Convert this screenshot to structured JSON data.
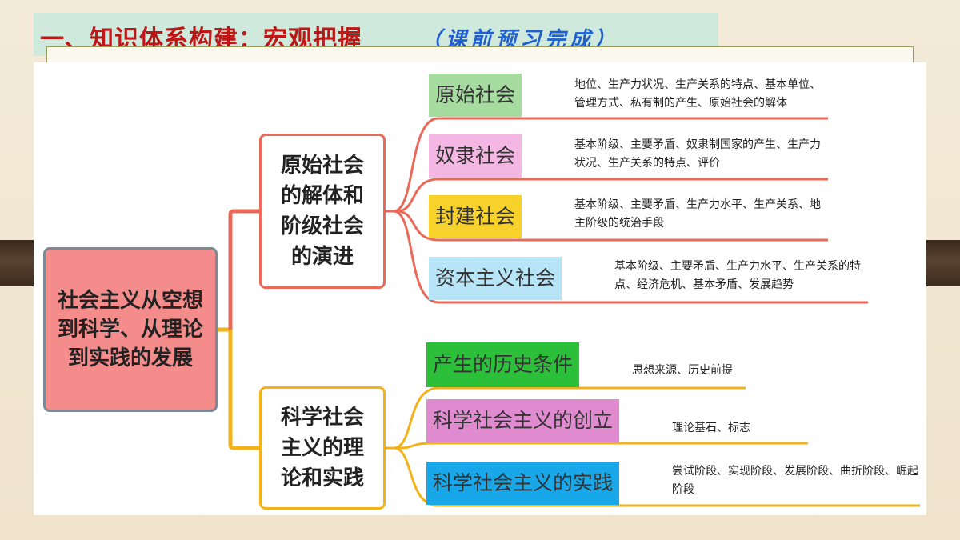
{
  "header": {
    "title": "一、知识体系构建：宏观把握",
    "subtitle": "（课前预习完成）"
  },
  "diagram": {
    "root": "社会主义从空想到科学、从理论到实践的发展",
    "branches": [
      {
        "label": "原始社会的解体和阶级社会的演进",
        "color": "#ea6a5a",
        "items": [
          {
            "label": "原始社会",
            "color": "#a6dca0",
            "desc": "地位、生产力状况、生产关系的特点、基本单位、管理方式、私有制的产生、原始社会的解体"
          },
          {
            "label": "奴隶社会",
            "color": "#f4b6e2",
            "desc": "基本阶级、主要矛盾、奴隶制国家的产生、生产力状况、生产关系的特点、评价"
          },
          {
            "label": "封建社会",
            "color": "#f6d22a",
            "desc": "基本阶级、主要矛盾、生产力水平、生产关系、地主阶级的统治手段"
          },
          {
            "label": "资本主义社会",
            "color": "#b7e4f6",
            "desc": "基本阶级、主要矛盾、生产力水平、生产关系的特点、经济危机、基本矛盾、发展趋势"
          }
        ]
      },
      {
        "label": "科学社会主义的理论和实践",
        "color": "#f2b21a",
        "items": [
          {
            "label": "产生的历史条件",
            "color": "#2bbf3a",
            "desc": "思想来源、历史前提"
          },
          {
            "label": "科学社会主义的创立",
            "color": "#e08ad0",
            "desc": "理论基石、标志"
          },
          {
            "label": "科学社会主义的实践",
            "color": "#18a8ea",
            "desc": "尝试阶段、实现阶段、发展阶段、曲折阶段、崛起阶段"
          }
        ]
      }
    ]
  }
}
